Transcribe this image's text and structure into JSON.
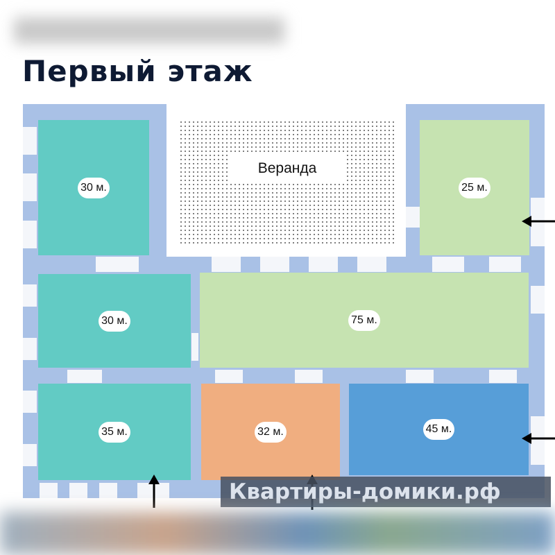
{
  "title": "Первый этаж",
  "veranda": {
    "label": "Веранда"
  },
  "rooms": [
    {
      "area": "30 м.",
      "color": "#62cbc4"
    },
    {
      "area": "25 м.",
      "color": "#c6e3b1"
    },
    {
      "area": "30 м.",
      "color": "#62cbc4"
    },
    {
      "area": "75 м.",
      "color": "#c6e3b1"
    },
    {
      "area": "35 м.",
      "color": "#62cbc4"
    },
    {
      "area": "32 м.",
      "color": "#f0ae80"
    },
    {
      "area": "45 м.",
      "color": "#579ed8"
    }
  ],
  "watermark": "Квартиры-домики.рф"
}
